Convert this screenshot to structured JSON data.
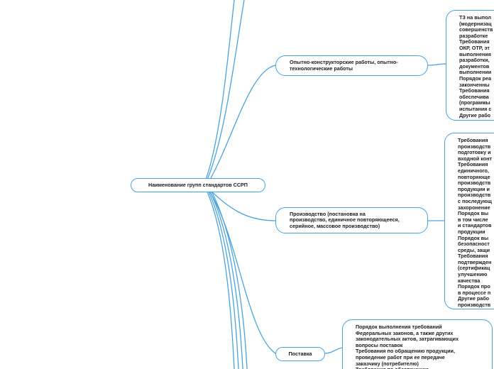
{
  "root": {
    "label": "Наименование групп стандартов ССРП"
  },
  "branches": [
    {
      "label_lines": [
        "Опытно-конструкторские работы, опытно-",
        "технологические работы"
      ],
      "leaf_lines": [
        "ТЗ на выпол",
        "(модернизац",
        "совершенств",
        "разработке",
        "Требования",
        "ОКР, ОТР, эт",
        "выполнения",
        "разработки,",
        "документов",
        "выполнении",
        "Порядок реа",
        "законченны",
        "Требования",
        "обеспечива",
        "(программы",
        "испытания с",
        "Другие рабо"
      ]
    },
    {
      "label_lines": [
        "Производство (постановка на",
        "производство, единичное повторяющееся,",
        "серийное, массовое производство)"
      ],
      "leaf_lines": [
        "Требования",
        "производств",
        "подготовку и",
        "входной конт",
        "Требования",
        "единичного,",
        "повторяюще",
        "производств",
        "продукции и",
        "производств",
        "с последующ",
        "захоронение",
        "Порядок вы",
        "в том числе",
        "и стандартов",
        "продукции",
        "Порядок вы",
        "безопасност",
        "среды, защи",
        "Требования",
        "подтвержден",
        "(сертификац",
        "улучшению",
        "качества",
        "Порядок про",
        "в процессе п",
        "Другие рабо",
        "производств"
      ]
    },
    {
      "label_lines": [
        "Поставка"
      ],
      "leaf_lines": [
        "Порядок выполнения требований",
        "Федеральных законов, а также других",
        "законодательных актов, затрагивающих",
        "вопросы поставок",
        "Требования по обращению продукции,",
        "проведение работ при ее передаче",
        "заказчику (потребителю)",
        "Требования по обеспечению"
      ]
    }
  ]
}
